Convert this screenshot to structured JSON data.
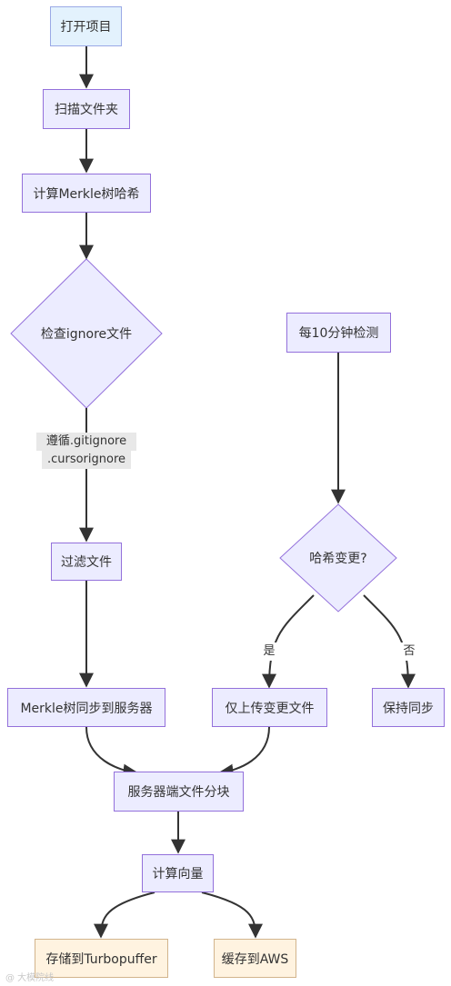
{
  "nodes": {
    "open_project": "打开项目",
    "scan_folder": "扫描文件夹",
    "compute_hash": "计算Merkle树哈希",
    "check_ignore": "检查ignore文件",
    "filter_files": "过滤文件",
    "sync_merkle": "Merkle树同步到服务器",
    "detect_10min": "每10分钟检测",
    "hash_changed": "哈希变更?",
    "upload_changed": "仅上传变更文件",
    "keep_sync": "保持同步",
    "server_chunk": "服务器端文件分块",
    "compute_vector": "计算向量",
    "store_turbopuffer": "存储到Turbopuffer",
    "cache_aws": "缓存到AWS"
  },
  "edge_labels": {
    "ignore_line1": "遵循.gitignore",
    "ignore_line2": ".cursorignore",
    "yes": "是",
    "no": "否"
  },
  "watermark": "@ 大模院线"
}
